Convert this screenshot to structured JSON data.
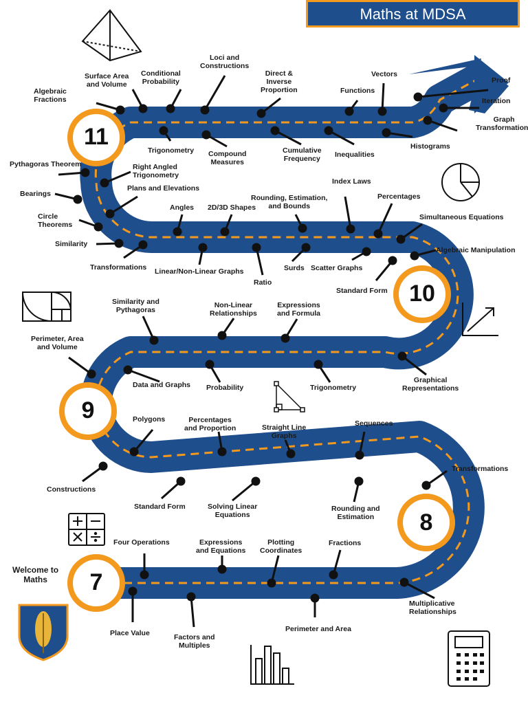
{
  "title": "Maths at MDSA",
  "welcome": "Welcome to\nMaths",
  "years": [
    "7",
    "8",
    "9",
    "10",
    "11"
  ],
  "colors": {
    "road": "#1f4e8c",
    "dash": "#f39a1e",
    "ring": "#f39a1e",
    "dot": "#111111"
  },
  "icons": [
    "pyramid-icon",
    "pie-chart-icon",
    "golden-spiral-icon",
    "trend-arrow-icon",
    "right-triangle-icon",
    "operations-icon",
    "bar-chart-icon",
    "calculator-icon",
    "school-crest-icon"
  ],
  "topics": {
    "year7": [
      "Four Operations",
      "Expressions\nand Equations",
      "Plotting\nCoordinates",
      "Fractions",
      "Place Value",
      "Factors and\nMultiples",
      "Perimeter and Area",
      "Multiplicative\nRelationships"
    ],
    "year8": [
      "Constructions",
      "Polygons",
      "Percentages\nand Proportion",
      "Straight Line\nGraphs",
      "Sequences",
      "Standard Form",
      "Solving Linear\nEquations",
      "Rounding and\nEstimation",
      "Transformations"
    ],
    "year9": [
      "Perimeter, Area\nand Volume",
      "Similarity and\nPythagoras",
      "Non-Linear\nRelationships",
      "Expressions\nand Formula",
      "Data and Graphs",
      "Probability",
      "Trigonometry",
      "Graphical\nRepresentations"
    ],
    "year10": [
      "Similarity",
      "Transformations",
      "Angles",
      "2D/3D Shapes",
      "Rounding, Estimation,\nand Bounds",
      "Index Laws",
      "Percentages",
      "Simultaneous Equations",
      "Algebraic Manipulation",
      "Linear/Non-Linear Graphs",
      "Ratio",
      "Surds",
      "Scatter Graphs",
      "Standard Form"
    ],
    "year11": [
      "Algebraic\nFractions",
      "Surface Area\nand Volume",
      "Conditional\nProbability",
      "Loci and\nConstructions",
      "Direct &\nInverse\nProportion",
      "Functions",
      "Vectors",
      "Proof",
      "Iteration",
      "Graph\nTransformations",
      "Trigonometry",
      "Compound\nMeasures",
      "Cumulative\nFrequency",
      "Inequalities",
      "Histograms",
      "Pythagoras Theorem",
      "Right Angled\nTrigonometry",
      "Plans and Elevations",
      "Bearings",
      "Circle\nTheorems"
    ]
  }
}
